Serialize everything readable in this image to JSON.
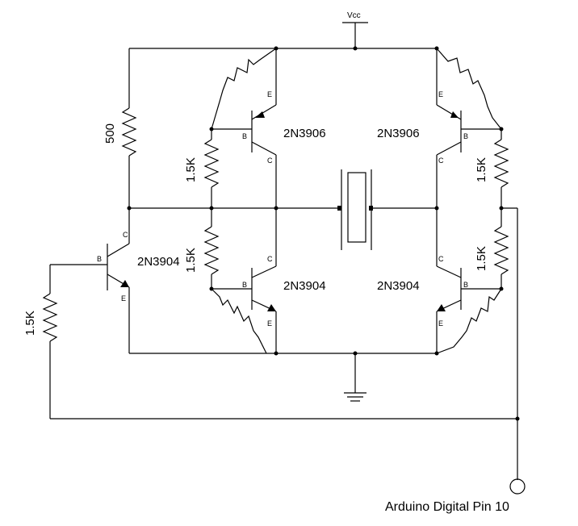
{
  "power": {
    "vcc_label": "Vcc"
  },
  "resistors": {
    "r_top_left": "500",
    "r_left_upper": "1.5K",
    "r_left_lower": "1.5K",
    "r_input": "1.5K",
    "r_right_upper": "1.5K",
    "r_right_lower": "1.5K"
  },
  "transistors": {
    "q_driver": {
      "part": "2N3904",
      "b": "B",
      "c": "C",
      "e": "E"
    },
    "q_top_left": {
      "part": "2N3906",
      "b": "B",
      "c": "C",
      "e": "E"
    },
    "q_top_right": {
      "part": "2N3906",
      "b": "B",
      "c": "C",
      "e": "E"
    },
    "q_bottom_left": {
      "part": "2N3904",
      "b": "B",
      "c": "C",
      "e": "E"
    },
    "q_bottom_right": {
      "part": "2N3904",
      "b": "B",
      "c": "C",
      "e": "E"
    }
  },
  "input": {
    "label": "Arduino Digital Pin 10"
  }
}
